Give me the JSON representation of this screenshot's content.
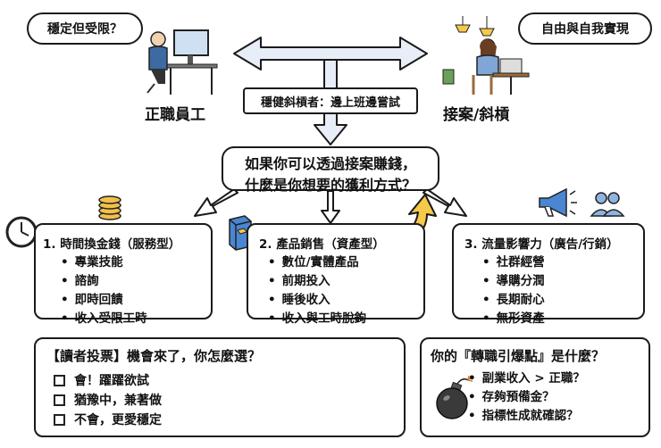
{
  "bubbles": {
    "left": "穩定但受限？",
    "right": "自由與自我實現"
  },
  "roles": {
    "left": "正職員工",
    "right": "接案/斜槓"
  },
  "middle_label": "穩健斜槓者：邊上班邊嘗試",
  "question": {
    "line1": "如果你可以透過接案賺錢，",
    "line2": "什麼是你想要的獲利方式？"
  },
  "cards": [
    {
      "title": "1. 時間換金錢（服務型）",
      "items": [
        "專業技能",
        "諮詢",
        "即時回饋",
        "收入受限工時"
      ]
    },
    {
      "title": "2. 產品銷售（資產型）",
      "items": [
        "數位/實體產品",
        "前期投入",
        "睡後收入",
        "收入與工時脫鉤"
      ]
    },
    {
      "title": "3. 流量影響力（廣告/行銷）",
      "items": [
        "社群經營",
        "導購分潤",
        "長期耐心",
        "無形資產"
      ]
    }
  ],
  "poll": {
    "title": "【讀者投票】機會來了，你怎麼選？",
    "options": [
      "會！躍躍欲試",
      "猶豫中，兼著做",
      "不會，更愛穩定"
    ]
  },
  "trigger": {
    "title": "你的『轉職引爆點』是什麼？",
    "items": [
      "副業收入 > 正職？",
      "存夠預備金？",
      "指標性成就確認？"
    ]
  }
}
